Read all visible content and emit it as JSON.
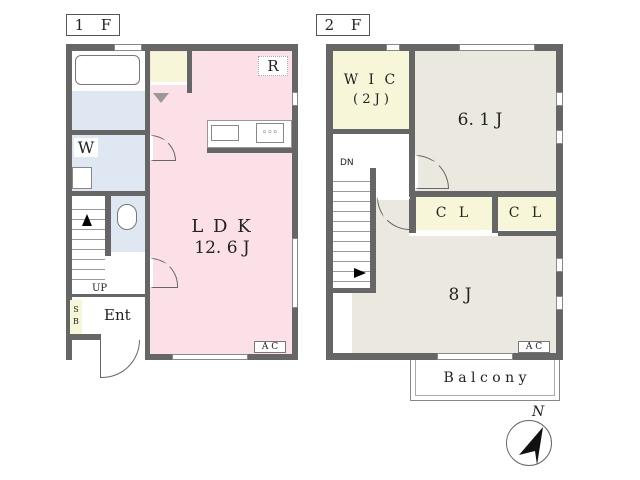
{
  "floors": [
    {
      "label": "1 F",
      "rooms": {
        "ldk_name": "L D K",
        "ldk_size": "12. 6 J",
        "refrigerator": "R",
        "washroom": "W",
        "entrance": "Ent",
        "shoe_box": "S B",
        "stairs_up": "UP",
        "aircon": "A C"
      }
    },
    {
      "label": "2 F",
      "rooms": {
        "wic_name": "W I C",
        "wic_size": "( 2 J )",
        "bedroom1": "6. 1 J",
        "closet1": "C L",
        "closet2": "C L",
        "bedroom2": "8 J",
        "stairs_down": "DN",
        "aircon": "A C",
        "balcony": "B a l c o n y"
      }
    }
  ],
  "compass": {
    "north_label": "N"
  },
  "colors": {
    "ldk": "#fbe1e7",
    "wet": "#dfe7f3",
    "storage": "#f7f6d8",
    "bedroom": "#ebe8df",
    "wall": "#666666"
  }
}
